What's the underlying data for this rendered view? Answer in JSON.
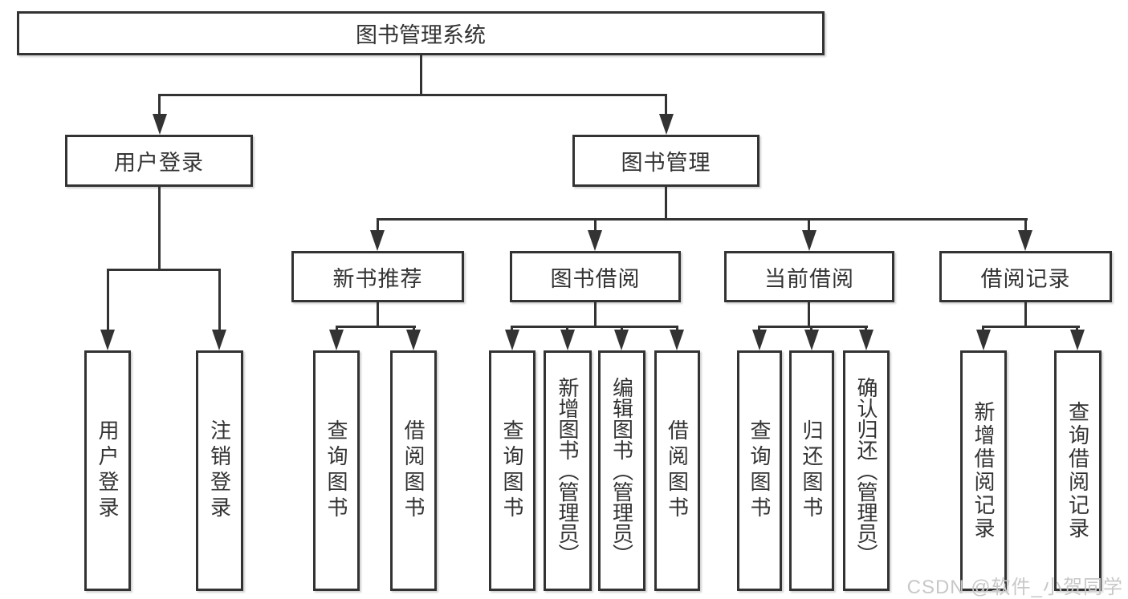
{
  "title": "图书管理系统",
  "level1": {
    "user_login": "用户登录",
    "book_management": "图书管理"
  },
  "level2": {
    "new_book_recommend": "新书推荐",
    "book_borrow": "图书借阅",
    "current_borrow": "当前借阅",
    "borrow_records": "借阅记录"
  },
  "leaves": {
    "user_login": [
      "用户登录",
      "注销登录"
    ],
    "new_book_recommend": [
      "查询图书",
      "借阅图书"
    ],
    "book_borrow": [
      "查询图书",
      "新增图书（管理员）",
      "编辑图书（管理员）",
      "借阅图书"
    ],
    "current_borrow": [
      "查询图书",
      "归还图书",
      "确认归还（管理员）"
    ],
    "borrow_records": [
      "新增借阅记录",
      "查询借阅记录"
    ]
  },
  "watermark": "CSDN @软件_小贺同学",
  "colors": {
    "line": "#333333",
    "text": "#333333",
    "watermark": "#c8c8c8",
    "background": "#ffffff"
  }
}
